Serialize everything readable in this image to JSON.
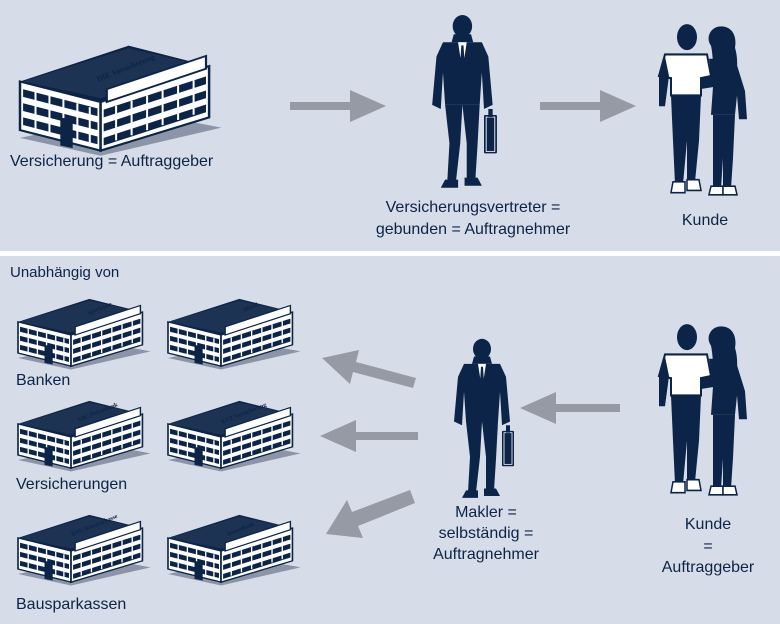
{
  "top": {
    "insurer_label": "Versicherung = Auftraggeber",
    "insurer_sign": "DIE Versicherung",
    "agent_label_line1": "Versicherungsvertreter =",
    "agent_label_line2": "gebunden = Auftragnehmer",
    "customer_label": "Kunde"
  },
  "bottom": {
    "heading": "Unabhängig von",
    "banks_label": "Banken",
    "insurers_label": "Versicherungen",
    "building_societies_label": "Bausparkassen",
    "broker_line1": "Makler =",
    "broker_line2": "selbständig =",
    "broker_line3": "Auftragnehmer",
    "customer_line1": "Kunde",
    "customer_line2": "=",
    "customer_line3": "Auftraggeber",
    "building_signs": [
      "Sparkasse",
      "Mittel",
      "ABC Privatbank",
      "XYZ Versicherung",
      "BAU Bausparkasse",
      "ImmoBank"
    ]
  },
  "colors": {
    "navy": "#0c2447",
    "panel": "#d6dce8",
    "arrow": "#959aa4",
    "divider": "#ffffff"
  }
}
